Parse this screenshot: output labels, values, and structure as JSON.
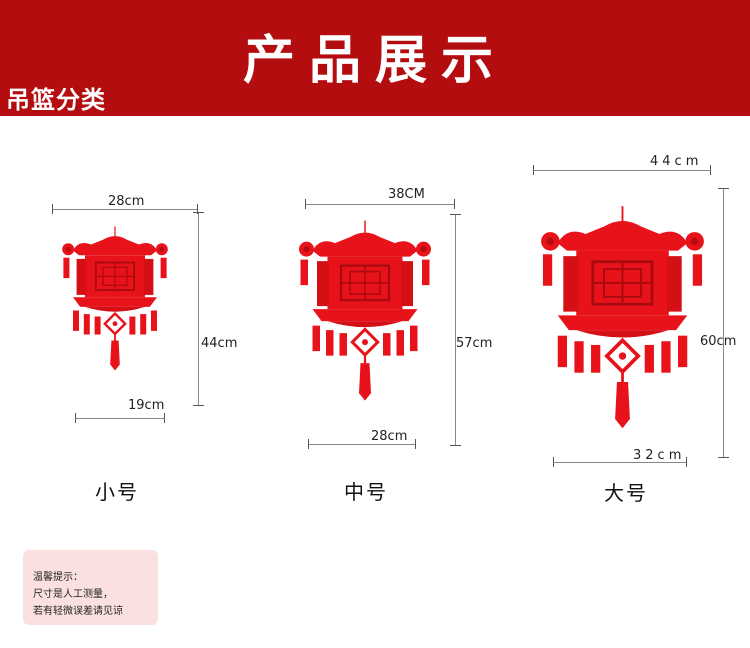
{
  "banner": {
    "title": "产品展示",
    "subtitle": "吊篮分类"
  },
  "products": [
    {
      "size_label": "小号",
      "top_width": "28cm",
      "height": "44cm",
      "bottom_width": "19cm"
    },
    {
      "size_label": "中号",
      "top_width": "38CM",
      "height": "57cm",
      "bottom_width": "28cm"
    },
    {
      "size_label": "大号",
      "top_width": "44cm",
      "height": "60cm",
      "bottom_width": "32cm"
    }
  ],
  "notice": {
    "line1": "温馨提示：",
    "line2": "尺寸是人工测量，",
    "line3": "若有轻微误差请见谅"
  },
  "colors": {
    "banner": "#b40d10",
    "lantern": "#e8121a",
    "notice_bg": "#fbe0e0"
  }
}
